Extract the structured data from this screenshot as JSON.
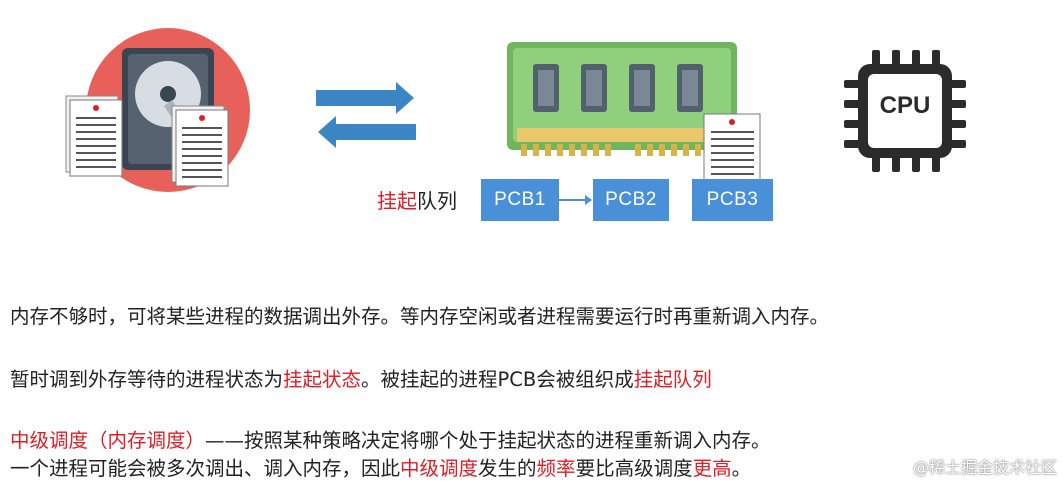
{
  "diagram": {
    "queue_label_red": "挂起",
    "queue_label_rest": "队列",
    "pcbs": [
      "PCB1",
      "PCB2",
      "PCB3"
    ],
    "cpu_label": "CPU"
  },
  "paragraphs": {
    "p1": "内存不够时，可将某些进程的数据调出外存。等内存空闲或者进程需要运行时再重新调入内存。",
    "p2": {
      "a": "暂时调到外存等待的进程状态为",
      "b": "挂起状态",
      "c": "。被挂起的进程PCB会被组织成",
      "d": "挂起队列"
    },
    "p3": {
      "a": "中级调度（内存调度）",
      "b": "——按照某种策略决定将哪个处于挂起状态的进程重新调入内存。"
    },
    "p4": {
      "a": "一个进程可能会被多次调出、调入内存，因此",
      "b": "中级调度",
      "c": "发生的",
      "d": "频率",
      "e": "要比高级调度",
      "f": "更高",
      "g": "。"
    }
  },
  "watermark": "@稀土掘金技术社区",
  "colors": {
    "accent_red": "#d9202a",
    "pcb_blue": "#4a90d9",
    "disk_circle": "#e8605a",
    "ram_green": "#7cc46a",
    "cpu_dark": "#2b2b2b"
  }
}
